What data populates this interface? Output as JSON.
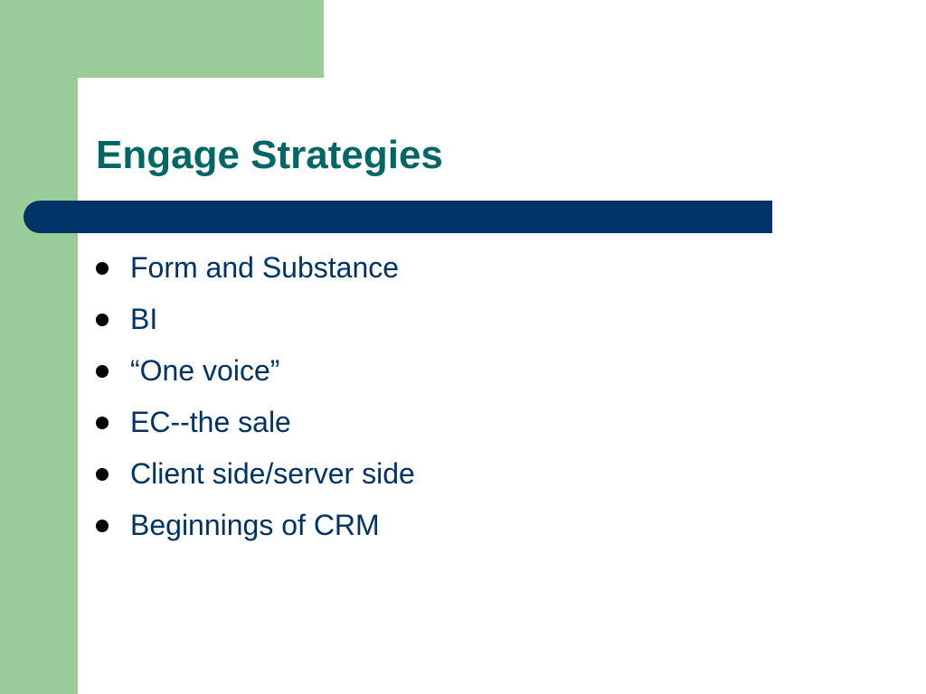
{
  "slide": {
    "title": "Engage Strategies",
    "bullets": [
      {
        "text": "Form and Substance"
      },
      {
        "text": "BI"
      },
      {
        "text": "“One voice”"
      },
      {
        "text": "EC--the sale"
      },
      {
        "text": "Client side/server side"
      },
      {
        "text": "Beginnings of CRM"
      }
    ]
  },
  "colors": {
    "accent_green": "#99cc99",
    "title_teal": "#006666",
    "navy": "#003366",
    "bullet_dot": "#000000"
  }
}
